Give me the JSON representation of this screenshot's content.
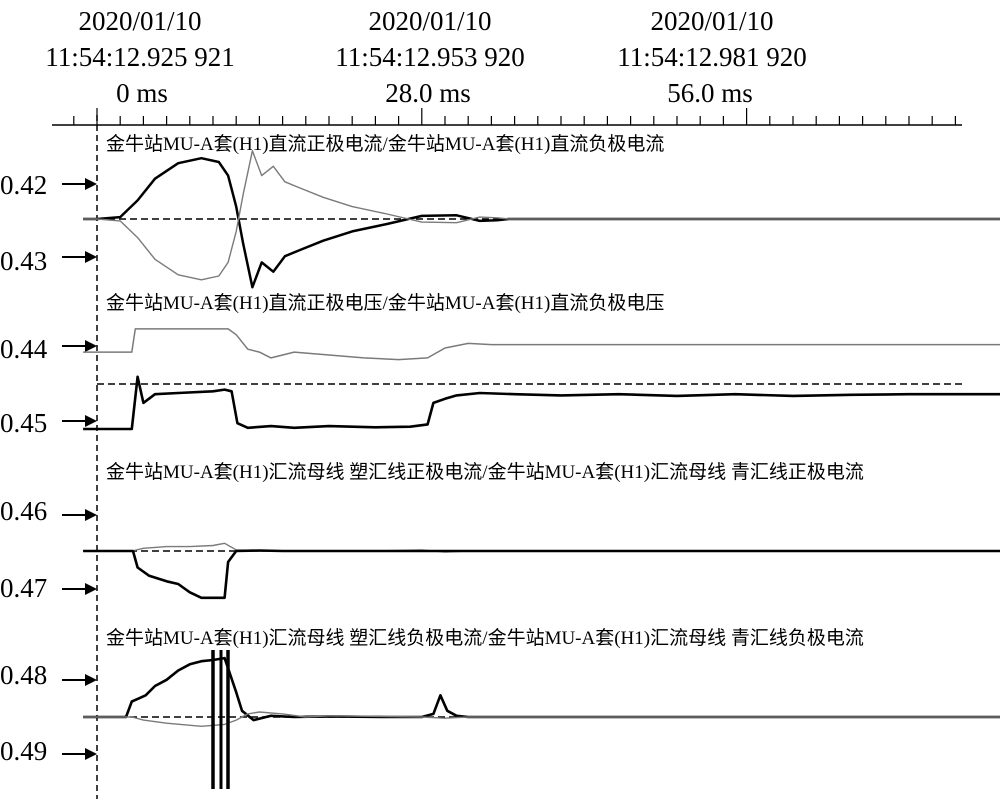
{
  "header": {
    "columns": [
      {
        "date": "2020/01/10",
        "time": "11:54:12.925 921",
        "offset": "0 ms",
        "t_ms": 0
      },
      {
        "date": "2020/01/10",
        "time": "11:54:12.953 920",
        "offset": "28.0 ms",
        "t_ms": 28.0
      },
      {
        "date": "2020/01/10",
        "time": "11:54:12.981 920",
        "offset": "56.0 ms",
        "t_ms": 56.0
      }
    ]
  },
  "colors": {
    "trace_dark": "#000000",
    "trace_light": "#7a7a7a",
    "background": "#ffffff"
  },
  "chart_data": {
    "type": "line",
    "title": "",
    "x_unit": "ms",
    "x_range": [
      -1.2,
      78
    ],
    "tracks": [
      {
        "label": "金牛站MU-A套(H1)直流正极电流/金牛站MU-A套(H1)直流负极电流"
      },
      {
        "label": "金牛站MU-A套(H1)直流正极电压/金牛站MU-A套(H1)直流负极电压"
      },
      {
        "label": "金牛站MU-A套(H1)汇流母线  塑汇线正极电流/金牛站MU-A套(H1)汇流母线  青汇线正极电流"
      },
      {
        "label": "金牛站MU-A套(H1)汇流母线  塑汇线负极电流/金牛站MU-A套(H1)汇流母线  青汇线负极电流"
      }
    ],
    "y_ticks": [
      "0.42",
      "0.43",
      "0.44",
      "0.45",
      "0.46",
      "0.47",
      "0.48",
      "0.49"
    ],
    "series": [
      {
        "color": "dark",
        "x": [
          -1.2,
          0,
          2,
          3.5,
          5,
          7,
          9,
          10.5,
          11.3,
          12,
          12.6,
          13.4,
          14.2,
          15.2,
          16.2,
          17.5,
          19.5,
          22,
          25,
          28,
          31,
          33,
          34.5,
          35.5,
          78
        ],
        "y": [
          0,
          0,
          0.03,
          0.3,
          0.65,
          0.9,
          0.98,
          0.92,
          0.7,
          0.2,
          -0.4,
          -1.1,
          -0.7,
          -0.85,
          -0.6,
          -0.5,
          -0.35,
          -0.2,
          -0.08,
          0.05,
          0.06,
          -0.03,
          -0.02,
          0,
          0
        ]
      },
      {
        "color": "light",
        "x": [
          -1.2,
          0,
          2,
          3.5,
          5,
          7,
          9,
          10.5,
          11.3,
          12,
          12.6,
          13.4,
          14.2,
          15.2,
          16.2,
          17.5,
          19.5,
          22,
          25,
          28,
          31,
          33,
          34.5,
          35.5,
          78
        ],
        "y": [
          0,
          0,
          -0.03,
          -0.3,
          -0.65,
          -0.9,
          -0.98,
          -0.92,
          -0.7,
          -0.2,
          0.4,
          1.1,
          0.7,
          0.85,
          0.6,
          0.5,
          0.35,
          0.2,
          0.08,
          -0.05,
          -0.06,
          0.03,
          0.02,
          0,
          0
        ]
      },
      {
        "color": "light",
        "x": [
          -1.2,
          0,
          3,
          3.3,
          10.5,
          11.3,
          12,
          13,
          14,
          15,
          17,
          20,
          23,
          26,
          28.5,
          30,
          32,
          34,
          78
        ],
        "y": [
          0.55,
          0.55,
          0.55,
          0.95,
          0.95,
          0.95,
          0.85,
          0.6,
          0.55,
          0.45,
          0.55,
          0.5,
          0.45,
          0.42,
          0.45,
          0.62,
          0.7,
          0.68,
          0.68
        ]
      },
      {
        "color": "dark",
        "x": [
          -1.2,
          0,
          3,
          3.5,
          4,
          5,
          7,
          10,
          11,
          11.6,
          12.1,
          13,
          15,
          17,
          20,
          24,
          27,
          28.5,
          29,
          30,
          31,
          33,
          36,
          40,
          45,
          50,
          55,
          60,
          65,
          70,
          78
        ],
        "y": [
          0,
          0,
          0,
          0.9,
          0.45,
          0.6,
          0.62,
          0.65,
          0.68,
          0.65,
          0.1,
          0.02,
          0.05,
          0.02,
          0.05,
          0.03,
          0.04,
          0.08,
          0.45,
          0.52,
          0.58,
          0.62,
          0.6,
          0.58,
          0.6,
          0.57,
          0.6,
          0.57,
          0.59,
          0.6,
          0.6
        ]
      },
      {
        "color": "light",
        "x": [
          -1.2,
          0,
          3,
          4,
          6,
          8,
          10,
          11,
          12,
          14,
          16,
          20,
          24,
          28,
          30,
          32,
          78
        ],
        "y": [
          0,
          0,
          0,
          0.05,
          0.08,
          0.08,
          0.1,
          0.14,
          0.02,
          0.01,
          0,
          0,
          0,
          0.02,
          -0.02,
          0,
          0
        ]
      },
      {
        "color": "dark",
        "x": [
          -1.2,
          0,
          3.1,
          3.5,
          4.5,
          6,
          7,
          8,
          9,
          10,
          11,
          11.3,
          12,
          14,
          16,
          18,
          20,
          78
        ],
        "y": [
          0,
          0,
          0,
          -0.3,
          -0.45,
          -0.55,
          -0.6,
          -0.75,
          -0.85,
          -0.85,
          -0.85,
          -0.2,
          0,
          0.01,
          0,
          0,
          0,
          0
        ]
      },
      {
        "color": "dark",
        "x": [
          -1.2,
          0,
          2.5,
          3,
          3.6,
          4.2,
          5,
          6,
          7,
          8,
          9,
          10,
          11,
          12,
          12.5,
          13.5,
          15,
          17,
          20,
          25,
          28,
          29,
          29.6,
          30.2,
          31,
          32,
          34,
          78
        ],
        "y": [
          0,
          0,
          0,
          0.25,
          0.3,
          0.35,
          0.5,
          0.6,
          0.75,
          0.85,
          0.9,
          0.92,
          0.95,
          0.4,
          0.1,
          -0.05,
          0.02,
          0,
          0.01,
          0,
          0,
          0.05,
          0.35,
          0.1,
          0.02,
          0,
          0,
          0
        ]
      },
      {
        "color": "light",
        "x": [
          -1.2,
          0,
          3,
          4,
          6,
          9,
          11,
          12,
          13,
          14,
          16,
          18,
          20,
          28,
          30,
          32,
          78
        ],
        "y": [
          0,
          0,
          0,
          -0.05,
          -0.1,
          -0.15,
          -0.12,
          -0.05,
          0.05,
          0.08,
          0.05,
          0,
          0.02,
          0,
          -0.02,
          0,
          0
        ]
      }
    ]
  }
}
